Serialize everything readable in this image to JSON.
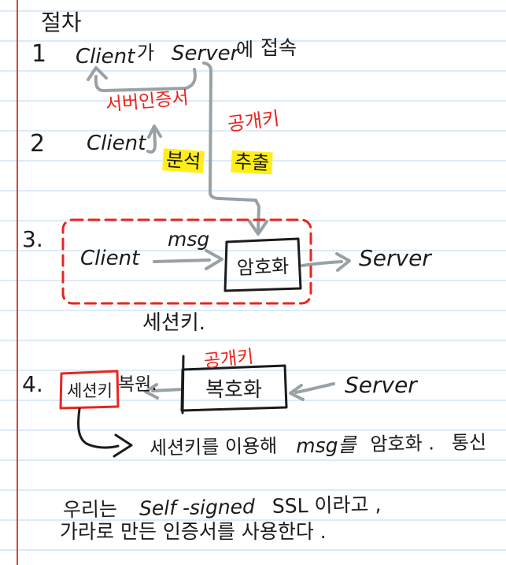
{
  "colors": {
    "ink": "#1b1b1d",
    "accent_red": "#e8251f",
    "margin_line_red": "#e2403a",
    "ruled_line_blue": "#dcebf8",
    "highlight_yellow": "#ffee19",
    "arrow_gray": "#98a2a6",
    "paper": "#ffffff"
  },
  "note": {
    "title": "절차",
    "step1": {
      "num": "1",
      "client": "Client",
      "p1": "가",
      "server": "Server",
      "p2": "에",
      "action": "접속"
    },
    "server_cert_label": "서버인증서",
    "step2": {
      "num": "2",
      "client": "Client",
      "analyze": "분석",
      "public_key": "공개키",
      "extract": "추출"
    },
    "step3": {
      "num": "3.",
      "client": "Client",
      "msg": "msg",
      "encrypt_box": "암호화",
      "server": "Server",
      "caption": "세션키."
    },
    "step4": {
      "num": "4.",
      "session_key": "세션키",
      "restore": "복원.",
      "public_key": "공개키",
      "decrypt_box": "복호화",
      "server": "Server"
    },
    "usage": {
      "part1": "세션키를  이용해",
      "msg": "msg를",
      "part2": "암호화 .",
      "part3": "통신"
    },
    "footer": {
      "l1a": "우리는",
      "l1b": "Self -signed",
      "l1c": "SSL 이라고 ,",
      "l2": "가라로 만든  인증서를   사용한다 ."
    }
  }
}
